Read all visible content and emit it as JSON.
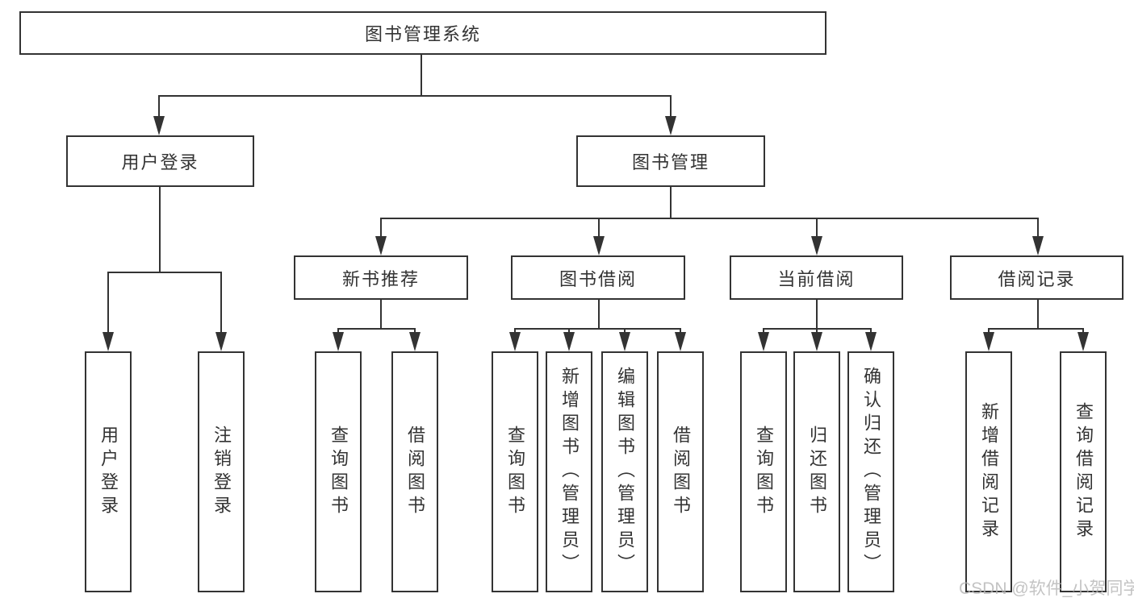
{
  "tree": {
    "root": {
      "label": "图书管理系统"
    },
    "branches": [
      {
        "label": "用户登录",
        "children": [
          "用户登录",
          "注销登录"
        ]
      },
      {
        "label": "图书管理",
        "children": [
          {
            "label": "新书推荐",
            "children": [
              "查询图书",
              "借阅图书"
            ]
          },
          {
            "label": "图书借阅",
            "children": [
              "查询图书",
              "新增图书（管理员）",
              "编辑图书（管理员）",
              "借阅图书"
            ]
          },
          {
            "label": "当前借阅",
            "children": [
              "查询图书",
              "归还图书",
              "确认归还（管理员）"
            ]
          },
          {
            "label": "借阅记录",
            "children": [
              "新增借阅记录",
              "查询借阅记录"
            ]
          }
        ]
      }
    ]
  },
  "watermark": {
    "text": "CSDN @软件_小贺同学"
  },
  "colors": {
    "line": "#333333",
    "box_border": "#333333",
    "text": "#333333",
    "watermark": "#b5b5b5",
    "background": "#ffffff"
  }
}
